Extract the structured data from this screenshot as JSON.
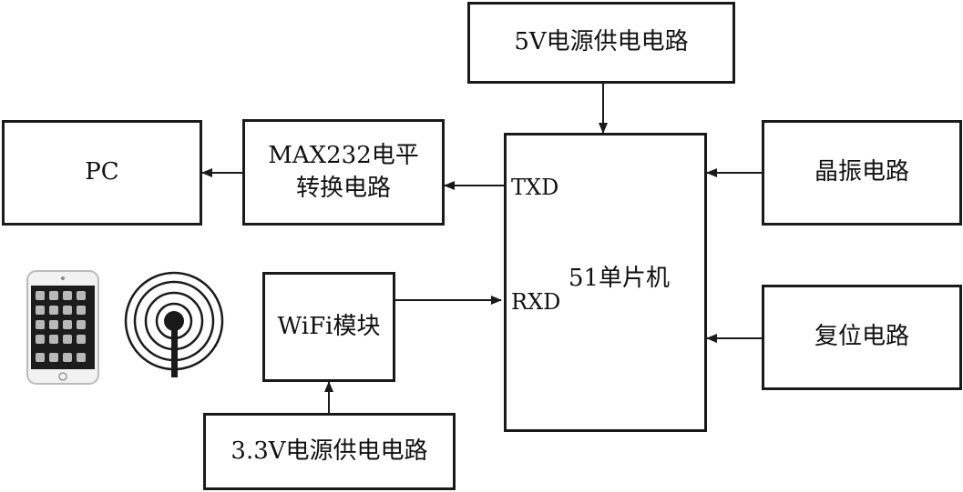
{
  "diagram": {
    "power_5v": "5V电源供电电路",
    "pc": "PC",
    "max232_line1": "MAX232电平",
    "max232_line2": "转换电路",
    "mcu": "51单片机",
    "txd": "TXD",
    "rxd": "RXD",
    "crystal": "晶振电路",
    "reset": "复位电路",
    "wifi": "WiFi模块",
    "power_33v": "3.3V电源供电电路"
  },
  "icons": [
    "smartphone-icon",
    "wifi-antenna-icon"
  ],
  "colors": {
    "line": "#1a1a1a",
    "background": "#ffffff"
  }
}
